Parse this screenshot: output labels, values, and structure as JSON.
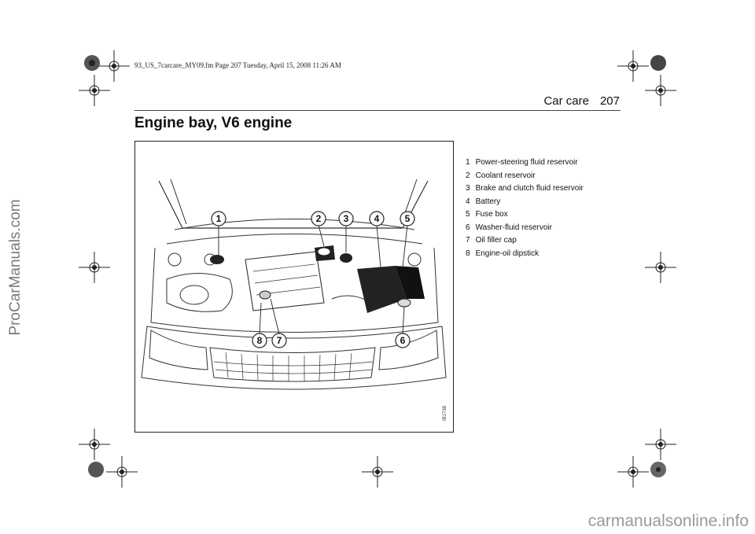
{
  "print_header": "93_US_7carcare_MY09.fm  Page 207  Tuesday, April 15, 2008  11:26 AM",
  "running_head": {
    "section": "Car care",
    "page_number": "207"
  },
  "page_title": "Engine bay, V6 engine",
  "figure": {
    "code": "IB1738",
    "callouts": [
      "1",
      "2",
      "3",
      "4",
      "5",
      "6",
      "7",
      "8"
    ]
  },
  "legend": [
    {
      "num": "1",
      "label": "Power-steering fluid reservoir"
    },
    {
      "num": "2",
      "label": "Coolant reservoir"
    },
    {
      "num": "3",
      "label": "Brake and clutch fluid reservoir"
    },
    {
      "num": "4",
      "label": "Battery"
    },
    {
      "num": "5",
      "label": "Fuse box"
    },
    {
      "num": "6",
      "label": "Washer-fluid reservoir"
    },
    {
      "num": "7",
      "label": "Oil filler cap"
    },
    {
      "num": "8",
      "label": "Engine-oil dipstick"
    }
  ],
  "side_watermark": "ProCarManuals.com",
  "bottom_watermark": "carmanualsonline.info"
}
